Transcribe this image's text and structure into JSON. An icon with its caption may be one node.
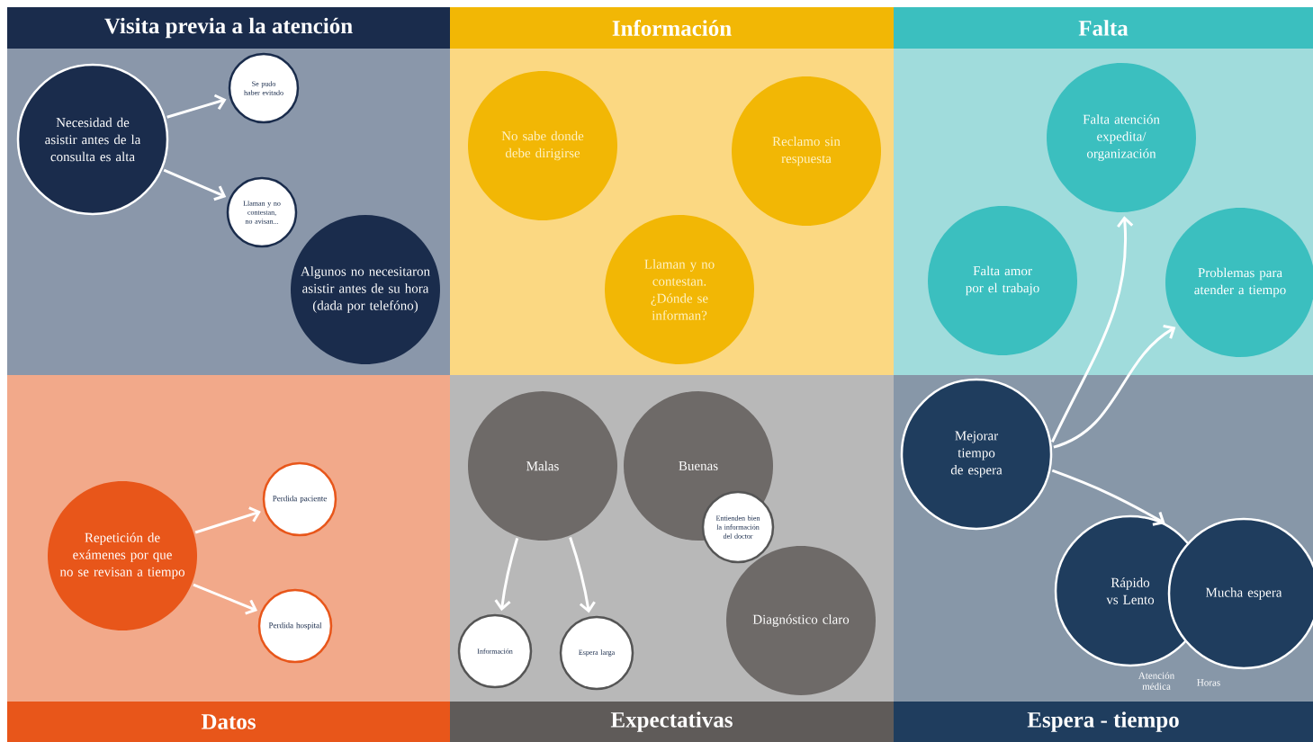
{
  "diagram": {
    "nodes": [
      {
        "text": [
          "Visita previa a la atención"
        ]
      },
      {
        "text": [
          "Información"
        ]
      },
      {
        "text": [
          "Falta"
        ]
      },
      {
        "text": [
          "Datos"
        ]
      },
      {
        "text": [
          "Expectativas"
        ]
      },
      {
        "text": [
          "Espera - tiempo"
        ]
      },
      {
        "text": [
          "Necesidad de asistir antes de la consulta es alta"
        ],
        "in": 0
      },
      {
        "text": [
          "Se pudo haber evitado"
        ],
        "in": 0
      },
      {
        "text": [
          "Llaman y no contestan, no avisan..."
        ],
        "in": 0
      },
      {
        "text": [
          "Algunos no necesitaron asistir antes de su hora (dada por telefóno)"
        ],
        "in": 0
      },
      {
        "text": [
          "No sabe donde debe dirigirse"
        ],
        "in": 1
      },
      {
        "text": [
          "Reclamo sin respuesta"
        ],
        "in": 1
      },
      {
        "text": [
          "Llaman y no contestan. ¿Dónde se informan?"
        ],
        "in": 1
      },
      {
        "text": [
          "Falta atención expedita/ organización"
        ],
        "in": 2
      },
      {
        "text": [
          "Falta amor por el trabajo"
        ],
        "in": 2
      },
      {
        "text": [
          "Problemas para atender a tiempo"
        ],
        "in": 2
      },
      {
        "text": [
          "Repetición de exámenes por que no se revisan a tiempo"
        ],
        "in": 3
      },
      {
        "text": [
          "Perdida paciente"
        ],
        "in": 3
      },
      {
        "text": [
          "Perdida hospital"
        ],
        "in": 3
      },
      {
        "text": [
          "Malas"
        ],
        "in": 4
      },
      {
        "text": [
          "Buenas"
        ],
        "in": 4
      },
      {
        "text": [
          "Entienden bien la información del doctor"
        ],
        "in": 4
      },
      {
        "text": [
          "Diagnóstico claro"
        ],
        "in": 4
      },
      {
        "text": [
          "Información"
        ],
        "in": 4
      },
      {
        "text": [
          "Espera larga"
        ],
        "in": 4
      },
      {
        "text": [
          "Mejorar tiempo de espera"
        ],
        "in": 5
      },
      {
        "text": [
          "Rápido vs Lento"
        ],
        "in": 5,
        "beside": [
          "Atención médica"
        ]
      },
      {
        "text": [
          "Mucha espera"
        ],
        "in": 5,
        "beside": [
          "Horas"
        ]
      }
    ],
    "edges": [
      {
        "from": 6,
        "to": 7,
        "arrow": "to"
      },
      {
        "from": 6,
        "to": 8,
        "arrow": "to"
      },
      {
        "from": 16,
        "to": 17,
        "arrow": "to"
      },
      {
        "from": 16,
        "to": 18,
        "arrow": "to"
      },
      {
        "from": 19,
        "to": 23,
        "arrow": "to"
      },
      {
        "from": 19,
        "to": 24,
        "arrow": "to"
      },
      {
        "from": 25,
        "to": 13,
        "arrow": "to"
      },
      {
        "from": 25,
        "to": 15,
        "arrow": "to"
      },
      {
        "from": 25,
        "to": 26,
        "arrow": "to"
      }
    ]
  }
}
